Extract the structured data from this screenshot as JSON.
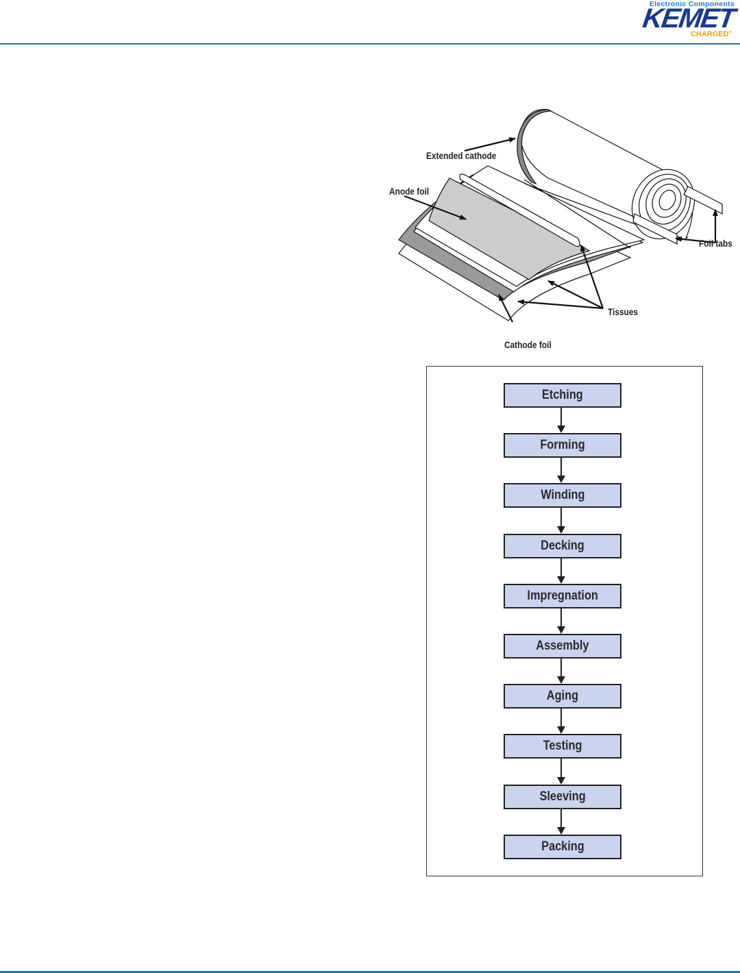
{
  "header": {
    "logo": {
      "tagline": "Electronic Components",
      "brand": "KEMET",
      "slogan": "CHARGED",
      "slogan_mark": "®"
    },
    "accent_color": "#0a7bbf",
    "brand_color": "#1b3a8c",
    "slogan_color": "#e8a317"
  },
  "winding_diagram": {
    "labels": {
      "extended_cathode": "Extended cathode",
      "anode_foil": "Anode foil",
      "foil_tabs": "Foil tabs",
      "tissues": "Tissues",
      "cathode_foil": "Cathode foil"
    }
  },
  "process_flow": {
    "box_color": "#cbd4ef",
    "steps": [
      {
        "label": "Etching"
      },
      {
        "label": "Forming"
      },
      {
        "label": "Winding"
      },
      {
        "label": "Decking"
      },
      {
        "label": "Impregnation"
      },
      {
        "label": "Assembly"
      },
      {
        "label": "Aging"
      },
      {
        "label": "Testing"
      },
      {
        "label": "Sleeving"
      },
      {
        "label": "Packing"
      }
    ]
  }
}
